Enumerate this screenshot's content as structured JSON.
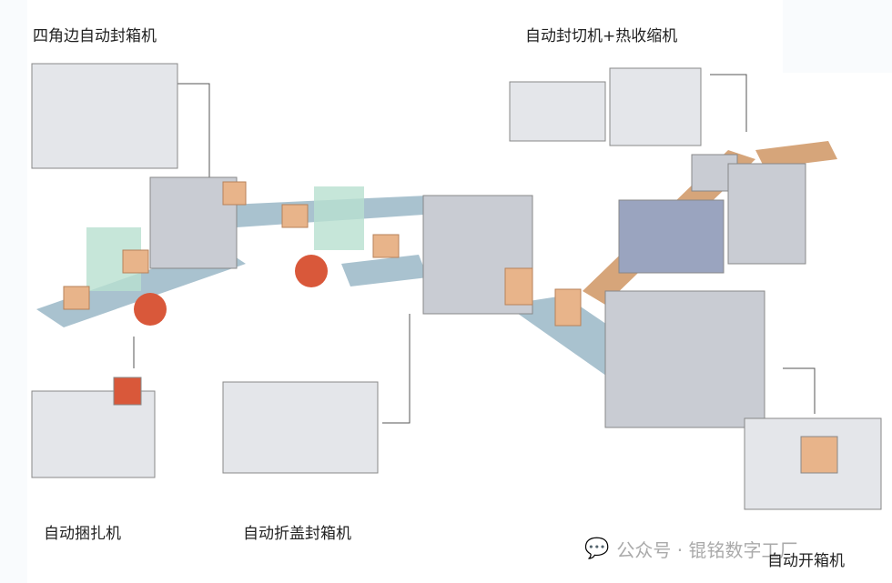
{
  "labels": {
    "corner_sealer": "四角边自动封箱机",
    "shrink_wrapper": "自动封切机+热收缩机",
    "strapping": "自动捆扎机",
    "fold_sealer": "自动折盖封箱机",
    "erector": "自动开箱机"
  },
  "watermark": "公众号 · 锟铭数字工厂",
  "colors": {
    "carton": "#e8b48a",
    "strap": "#d9583a",
    "frame": "#c9ccd3",
    "conveyor": "#a9c2cf",
    "guard": "#b8e0d0"
  }
}
